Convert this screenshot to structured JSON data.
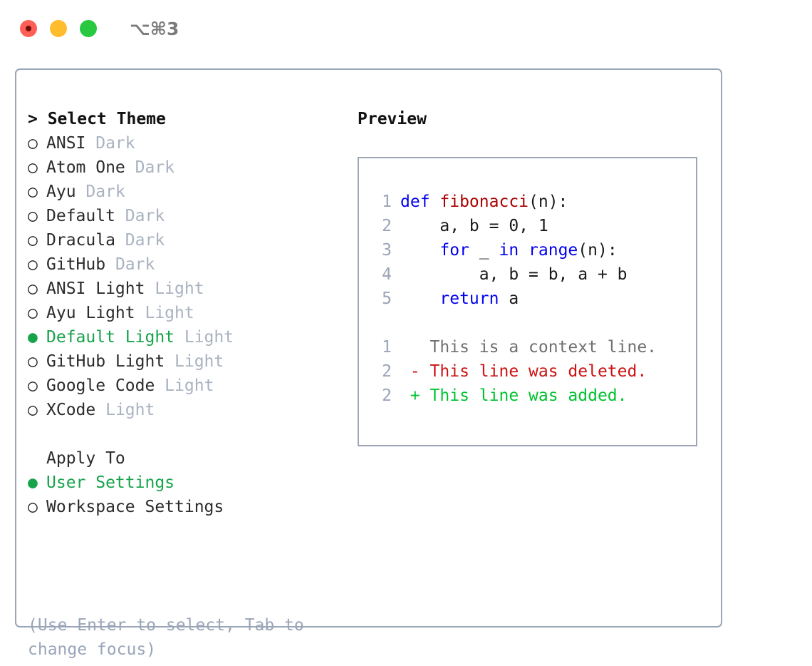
{
  "titlebar": {
    "shortcut": "⌥⌘3",
    "lights": [
      {
        "name": "close",
        "color": "#ff5f57"
      },
      {
        "name": "minimize",
        "color": "#ffbd2e"
      },
      {
        "name": "maximize",
        "color": "#28c840"
      }
    ]
  },
  "theme_selector": {
    "header": "> Select Theme",
    "marker_unselected": "○",
    "marker_selected": "●",
    "selected_color": "#16a34a",
    "items": [
      {
        "marker": "○",
        "name": "ANSI",
        "category": "Dark",
        "selected": false
      },
      {
        "marker": "○",
        "name": "Atom One",
        "category": "Dark",
        "selected": false
      },
      {
        "marker": "○",
        "name": "Ayu",
        "category": "Dark",
        "selected": false
      },
      {
        "marker": "○",
        "name": "Default",
        "category": "Dark",
        "selected": false
      },
      {
        "marker": "○",
        "name": "Dracula",
        "category": "Dark",
        "selected": false
      },
      {
        "marker": "○",
        "name": "GitHub",
        "category": "Dark",
        "selected": false
      },
      {
        "marker": "○",
        "name": "ANSI Light",
        "category": "Light",
        "selected": false
      },
      {
        "marker": "○",
        "name": "Ayu Light",
        "category": "Light",
        "selected": false
      },
      {
        "marker": "●",
        "name": "Default Light",
        "category": "Light",
        "selected": true
      },
      {
        "marker": "○",
        "name": "GitHub Light",
        "category": "Light",
        "selected": false
      },
      {
        "marker": "○",
        "name": "Google Code",
        "category": "Light",
        "selected": false
      },
      {
        "marker": "○",
        "name": "XCode",
        "category": "Light",
        "selected": false
      }
    ]
  },
  "apply_to": {
    "header": "Apply To",
    "items": [
      {
        "marker": "●",
        "name": "User Settings",
        "selected": true
      },
      {
        "marker": "○",
        "name": "Workspace Settings",
        "selected": false
      }
    ]
  },
  "hint": "(Use Enter to select, Tab to change focus)",
  "preview": {
    "title": "Preview",
    "code_lines": [
      {
        "number": "1",
        "segments": [
          {
            "text": "def ",
            "style": "kw"
          },
          {
            "text": "fibonacci",
            "style": "fn"
          },
          {
            "text": "(n):",
            "style": "pl"
          }
        ]
      },
      {
        "number": "2",
        "segments": [
          {
            "text": "    a, b = 0, 1",
            "style": "pl"
          }
        ]
      },
      {
        "number": "3",
        "segments": [
          {
            "text": "    ",
            "style": "pl"
          },
          {
            "text": "for",
            "style": "kw"
          },
          {
            "text": " _ ",
            "style": "pl"
          },
          {
            "text": "in",
            "style": "kw"
          },
          {
            "text": " ",
            "style": "pl"
          },
          {
            "text": "range",
            "style": "kw"
          },
          {
            "text": "(n):",
            "style": "pl"
          }
        ]
      },
      {
        "number": "4",
        "segments": [
          {
            "text": "        a, b = b, a + b",
            "style": "pl"
          }
        ]
      },
      {
        "number": "5",
        "segments": [
          {
            "text": "    ",
            "style": "pl"
          },
          {
            "text": "return",
            "style": "kw"
          },
          {
            "text": " a",
            "style": "pl"
          }
        ]
      }
    ],
    "diff_lines": [
      {
        "number": "1",
        "prefix": "  ",
        "text": "This is a context line.",
        "kind": "context"
      },
      {
        "number": "2",
        "prefix": "- ",
        "text": "This line was deleted.",
        "kind": "deleted"
      },
      {
        "number": "2",
        "prefix": "+ ",
        "text": "This line was added.",
        "kind": "added"
      }
    ],
    "diff_colors": {
      "context": "#6f6f6f",
      "deleted": "#cc1111",
      "added": "#00c230"
    }
  }
}
